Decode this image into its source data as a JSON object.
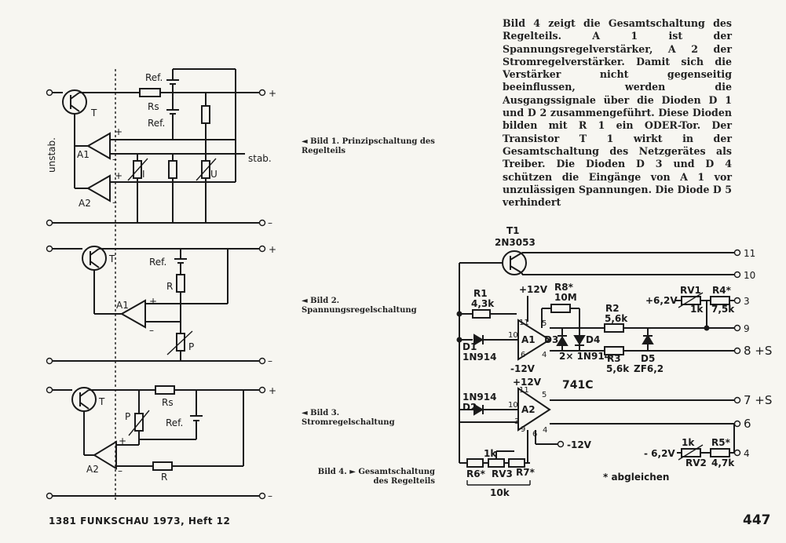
{
  "article": {
    "paragraph": "Bild 4 zeigt die Gesamtschaltung des Regelteils. A 1 ist der Spannungsregelverstärker, A 2 der Stromregelverstärker. Damit sich die Verstärker nicht gegenseitig beeinflussen, werden die Ausgangssignale über die Dioden D 1 und D 2 zusammengeführt. Diese Dioden bilden mit R 1 ein ODER-Tor. Der Transistor T 1 wirkt in der Gesamtschaltung des Netzgerätes als Treiber. Die Dioden D 3 und D 4 schützen die Eingänge von A 1 vor unzulässigen Spannungen. Die Diode D 5 verhindert"
  },
  "captions": {
    "bild1": "◄ Bild 1. Prinzipschaltung des Regelteils",
    "bild2": "◄ Bild 2. Spannungsregelschaltung",
    "bild3": "◄ Bild 3. Stromregelschaltung",
    "bild4": "Bild 4. ► Gesamtschaltung des Regelteils"
  },
  "footer": {
    "left": "1381   FUNKSCHAU 1973, Heft 12",
    "page_number": "447"
  },
  "fig1": {
    "ref_top": "Ref.",
    "rs": "Rs",
    "ref_mid": "Ref.",
    "t": "T",
    "unstab": "unstab.",
    "stab": "stab.",
    "a1": "A1",
    "a2": "A2",
    "i": "I",
    "u": "U",
    "plus": "+",
    "minus": "–"
  },
  "fig2": {
    "ref": "Ref.",
    "r": "R",
    "t": "T",
    "a1": "A1",
    "p": "P",
    "plus": "+",
    "minus": "–"
  },
  "fig3": {
    "rs": "Rs",
    "ref": "Ref.",
    "t": "T",
    "p": "P",
    "a2": "A2",
    "r": "R",
    "plus": "+",
    "minus": "–"
  },
  "fig4": {
    "t1": "T1",
    "t1_type": "2N3053",
    "r1": "R1",
    "r1_val": "4,3k",
    "plus12v_top": "+12V",
    "r8": "R8*",
    "r8_val": "10M",
    "rv1_supply": "+6,2V",
    "rv1": "RV1",
    "rv1_val": "1k",
    "r4": "R4*",
    "r4_val": "7,5k",
    "r2": "R2",
    "r2_val": "5,6k",
    "d1": "D1",
    "d1_type": "1N914",
    "d3": "D3",
    "d4": "D4",
    "d34_type": "2× 1N914",
    "r3": "R3",
    "r3_val": "5,6k",
    "d5": "D5",
    "d5_type": "ZF6,2",
    "minus12v_a1": "-12V",
    "ic_type": "741C",
    "d2_type": "1N914",
    "d2": "D2",
    "plus12v_a2": "+12V",
    "a1": "A1",
    "a2": "A2",
    "minus12v_a2": "-12V",
    "rv2_supply": "- 6,2V",
    "rv2_val": "1k",
    "rv2": "RV2",
    "r5": "R5*",
    "r5_val": "4,7k",
    "r6": "R6*",
    "rv3": "RV3",
    "r7": "R7*",
    "rv3_val": "1k",
    "total_10k": "10k",
    "note": "* abgleichen",
    "pin11": "11",
    "pin10": "10",
    "pin3": "3",
    "pin9": "9",
    "pin8": "8 +S",
    "pin7": "7 +S",
    "pin6": "6",
    "pin4": "4",
    "a1_p11": "11",
    "a1_p10": "10",
    "a1_p5": "5",
    "a1_p6": "6",
    "a1_p4": "4",
    "a2_p11": "11",
    "a2_p10": "10",
    "a2_p5": "5",
    "a2_p3": "3",
    "a2_p9": "9",
    "a2_p6": "6",
    "a2_p4": "4"
  }
}
